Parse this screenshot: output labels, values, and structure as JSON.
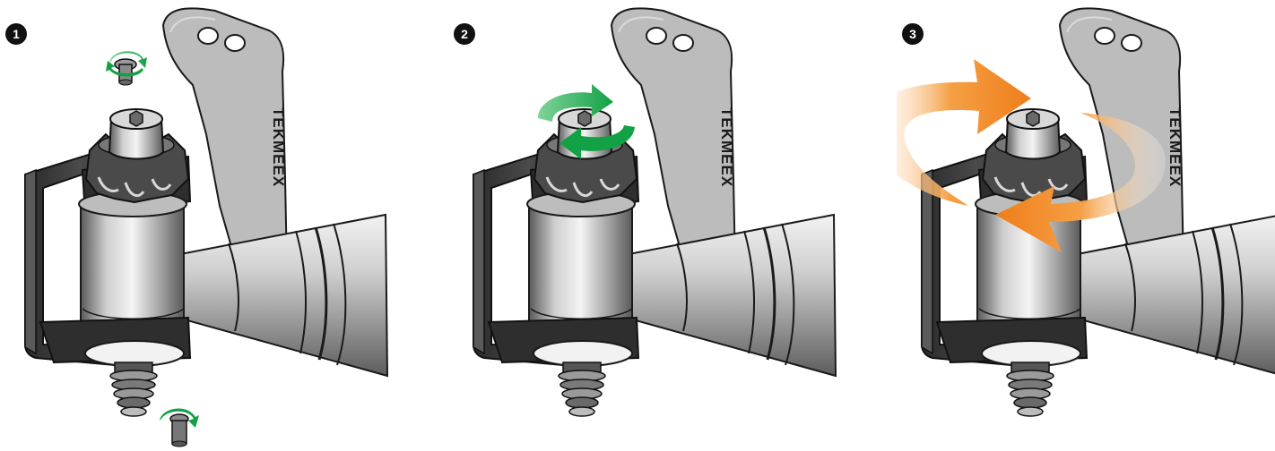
{
  "steps": [
    {
      "number": "1",
      "brand": "TEKMEEX"
    },
    {
      "number": "2",
      "brand": "TEKMEEX"
    },
    {
      "number": "3",
      "brand": "TEKMEEX"
    }
  ],
  "colors": {
    "metal_light": "#e4e4e4",
    "metal_dark": "#3a3a3a",
    "plate": "#b7b7b7",
    "arrow_green": "#19a84a",
    "arrow_orange": "#f08a24"
  }
}
